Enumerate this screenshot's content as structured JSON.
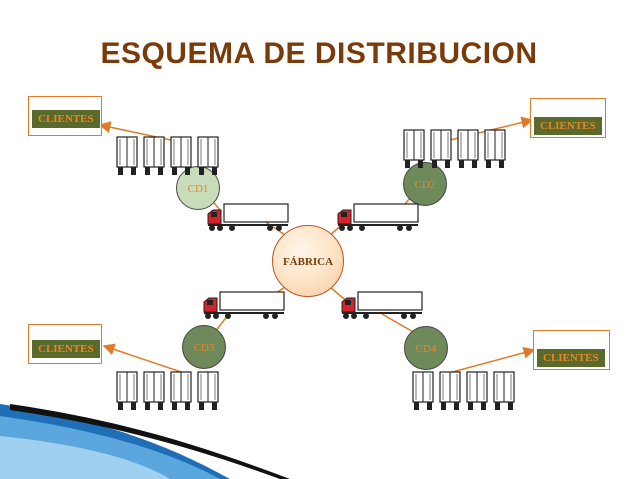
{
  "title": "ESQUEMA DE DISTRIBUCION",
  "factory_label": "FÁBRICA",
  "clientes": [
    {
      "label": "CLIENTES"
    },
    {
      "label": "CLIENTES"
    },
    {
      "label": "CLIENTES"
    },
    {
      "label": "CLIENTES"
    }
  ],
  "centros": [
    {
      "label": "CD1"
    },
    {
      "label": "CD2"
    },
    {
      "label": "CD3"
    },
    {
      "label": "CD4"
    }
  ],
  "colors": {
    "title": "#7a3b0a",
    "arrow": "#e07a2a",
    "cliente_fill": "#5a6a2a",
    "cliente_text": "#e8862a",
    "cd_fill": "#6e8a5a",
    "cd_text": "#e8862a"
  }
}
